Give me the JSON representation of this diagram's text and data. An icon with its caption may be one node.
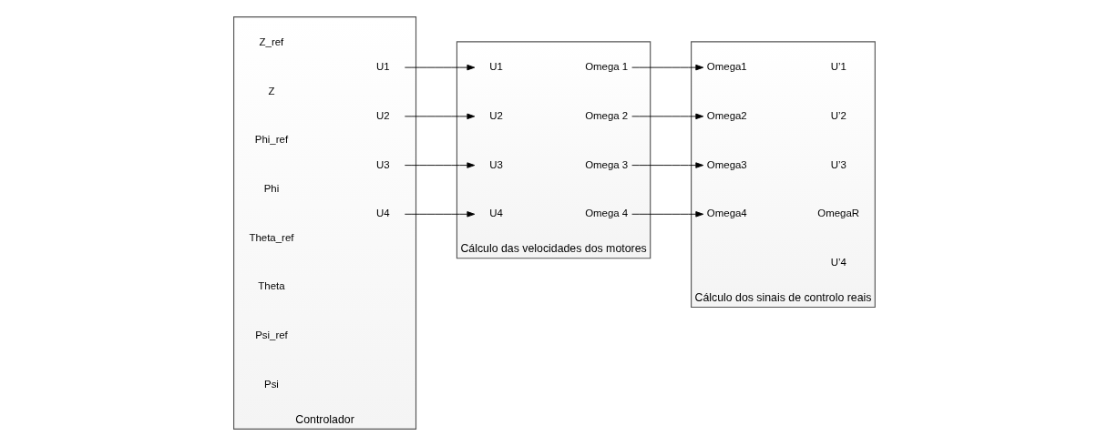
{
  "diagram": {
    "nodes": [
      {
        "text": [
          "Controlador"
        ]
      },
      {
        "text": [
          "Z_ref"
        ],
        "in": 0
      },
      {
        "text": [
          "Z"
        ],
        "in": 0
      },
      {
        "text": [
          "Phi_ref"
        ],
        "in": 0
      },
      {
        "text": [
          "Phi"
        ],
        "in": 0
      },
      {
        "text": [
          "Theta_ref"
        ],
        "in": 0
      },
      {
        "text": [
          "Theta"
        ],
        "in": 0
      },
      {
        "text": [
          "Psi_ref"
        ],
        "in": 0
      },
      {
        "text": [
          "Psi"
        ],
        "in": 0
      },
      {
        "text": [
          "U1"
        ],
        "in": 0
      },
      {
        "text": [
          "U2"
        ],
        "in": 0
      },
      {
        "text": [
          "U3"
        ],
        "in": 0
      },
      {
        "text": [
          "U4"
        ],
        "in": 0
      },
      {
        "text": [
          "Cálculo das velocidades dos motores"
        ]
      },
      {
        "text": [
          "U1"
        ],
        "in": 13
      },
      {
        "text": [
          "U2"
        ],
        "in": 13
      },
      {
        "text": [
          "U3"
        ],
        "in": 13
      },
      {
        "text": [
          "U4"
        ],
        "in": 13
      },
      {
        "text": [
          "Omega 1"
        ],
        "in": 13
      },
      {
        "text": [
          "Omega 2"
        ],
        "in": 13
      },
      {
        "text": [
          "Omega 3"
        ],
        "in": 13
      },
      {
        "text": [
          "Omega 4"
        ],
        "in": 13
      },
      {
        "text": [
          "Cálculo dos sinais de controlo reais"
        ]
      },
      {
        "text": [
          "Omega1"
        ],
        "in": 22
      },
      {
        "text": [
          "Omega2"
        ],
        "in": 22
      },
      {
        "text": [
          "Omega3"
        ],
        "in": 22
      },
      {
        "text": [
          "Omega4"
        ],
        "in": 22
      },
      {
        "text": [
          "U’1"
        ],
        "in": 22
      },
      {
        "text": [
          "U’2"
        ],
        "in": 22
      },
      {
        "text": [
          "U’3"
        ],
        "in": 22
      },
      {
        "text": [
          "U’4"
        ],
        "in": 22
      },
      {
        "text": [
          "OmegaR"
        ],
        "in": 22
      }
    ],
    "edges": [
      {
        "from": 9,
        "to": 14,
        "arrow": "to"
      },
      {
        "from": 10,
        "to": 15,
        "arrow": "to"
      },
      {
        "from": 11,
        "to": 16,
        "arrow": "to"
      },
      {
        "from": 12,
        "to": 17,
        "arrow": "to"
      },
      {
        "from": 18,
        "to": 23,
        "arrow": "to"
      },
      {
        "from": 19,
        "to": 24,
        "arrow": "to"
      },
      {
        "from": 20,
        "to": 25,
        "arrow": "to"
      },
      {
        "from": 21,
        "to": 26,
        "arrow": "to"
      }
    ]
  }
}
